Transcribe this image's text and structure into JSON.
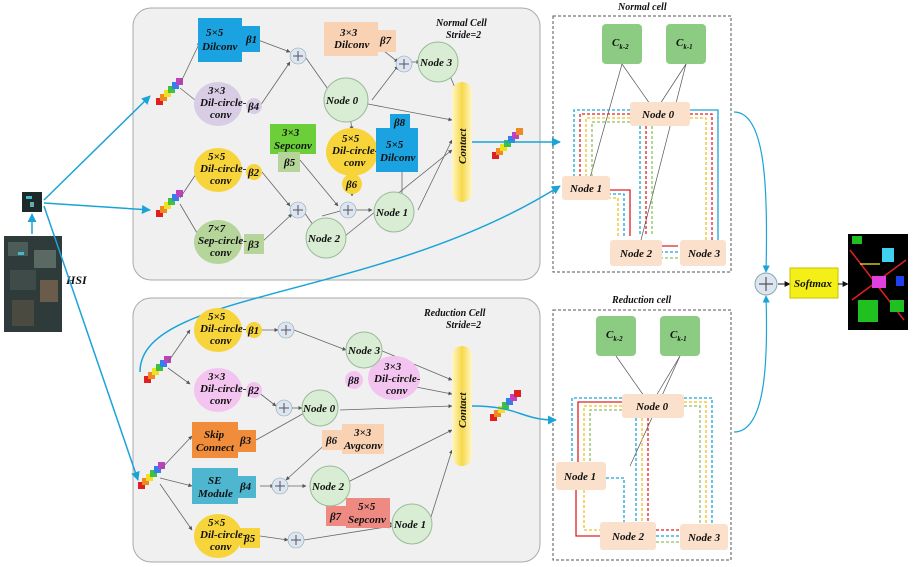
{
  "input": {
    "hsi_label": "HSI"
  },
  "normal_cell_block": {
    "title": "Normal Cell",
    "stride": "Stride=2",
    "ops": {
      "dilconv5": "5×5|Dilconv",
      "dilcircle3": "3×3|Dil-circle-|conv",
      "dilcircle5": "5×5|Dil-circle-|conv",
      "sepcircle7": "7×7|Sep-circle-|conv",
      "dilconv3": "3×3|Dilconv",
      "sepconv3": "3×3|Sepconv",
      "dilcircle5b": "5×5|Dil-circle-|conv",
      "dilconv5b": "5×5|Dilconv"
    },
    "betas": {
      "b1": "β1",
      "b2": "β2",
      "b3": "β3",
      "b4": "β4",
      "b5": "β5",
      "b6": "β6",
      "b7": "β7",
      "b8": "β8"
    },
    "nodes": {
      "n0": "Node 0",
      "n1": "Node 1",
      "n2": "Node 2",
      "n3": "Node 3"
    },
    "contact": "Contact"
  },
  "reduction_cell_block": {
    "title": "Reduction Cell",
    "stride": "Stride=2",
    "ops": {
      "dilcircle5": "5×5|Dil-circle-|conv",
      "dilcircle3": "3×3|Dil-circle-|conv",
      "skip": "Skip|Connect",
      "se": "SE|Module",
      "dilcircle5b": "5×5|Dil-circle-|conv",
      "dilcircle3b": "3×3|Dil-circle-|conv",
      "avgconv": "3×3|Avgconv",
      "sepconv5": "5×5|Sepconv"
    },
    "betas": {
      "b1": "β1",
      "b2": "β2",
      "b3": "β3",
      "b4": "β4",
      "b5": "β5",
      "b6": "β6",
      "b7": "β7",
      "b8": "β8"
    },
    "nodes": {
      "n0": "Node 0",
      "n1": "Node 1",
      "n2": "Node 2",
      "n3": "Node 3"
    },
    "contact": "Contact"
  },
  "normal_cell_panel": {
    "title": "Normal cell",
    "ck2": "C",
    "ck2_sub": "k-2",
    "ck1": "C",
    "ck1_sub": "k-1",
    "nodes": {
      "n0": "Node 0",
      "n1": "Node 1",
      "n2": "Node 2",
      "n3": "Node 3"
    }
  },
  "reduction_cell_panel": {
    "title": "Reduction cell",
    "ck2": "C",
    "ck2_sub": "k-2",
    "ck1": "C",
    "ck1_sub": "k-1",
    "nodes": {
      "n0": "Node 0",
      "n1": "Node 1",
      "n2": "Node 2",
      "n3": "Node 3"
    }
  },
  "output": {
    "softmax": "Softmax",
    "plus": "+"
  },
  "colors": {
    "blue_op": "#1aa3e0",
    "purple_op": "#d9cde6",
    "yellow_op": "#f6d43a",
    "green_op": "#b5d59a",
    "peach_op": "#f9d2b4",
    "bright_green_op": "#6ccf3a",
    "pink_op": "#f3c4f0",
    "orange_op": "#f08c3a",
    "teal_op": "#4fb6d0",
    "salmon_op": "#ee8a82",
    "node_fill": "#d8edd4",
    "panel_node": "#fbe1cc",
    "ck_fill": "#8ccc82",
    "softmax": "#f5ef18",
    "arrow_blue": "#1aa3d8"
  }
}
